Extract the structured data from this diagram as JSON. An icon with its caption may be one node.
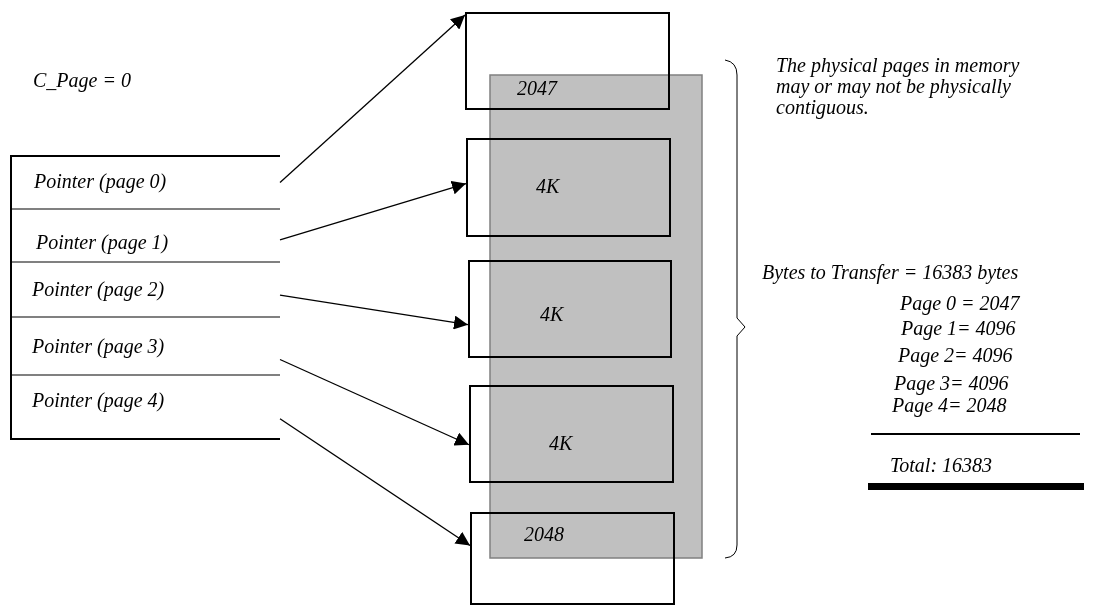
{
  "diagram": {
    "nodes": [
      {
        "text": [],
        "shape": "box"
      },
      {
        "text": [
          "Pointer (page 0)"
        ],
        "in": 0
      },
      {
        "text": [
          "Pointer (page 1)"
        ],
        "in": 0
      },
      {
        "text": [
          "Pointer (page 2)"
        ],
        "in": 0
      },
      {
        "text": [
          "Pointer (page 3)"
        ],
        "in": 0
      },
      {
        "text": [
          "Pointer (page 4)"
        ],
        "in": 0
      },
      {
        "text": [
          "2047"
        ]
      },
      {
        "text": [
          "4K"
        ]
      },
      {
        "text": [
          "4K"
        ]
      },
      {
        "text": [
          "4K"
        ]
      },
      {
        "text": [
          "2048"
        ]
      }
    ],
    "edges": [
      {
        "from": 1,
        "to": 6,
        "arrow": "to"
      },
      {
        "from": 2,
        "to": 7,
        "arrow": "to"
      },
      {
        "from": 3,
        "to": 8,
        "arrow": "to"
      },
      {
        "from": 4,
        "to": 9,
        "arrow": "to"
      },
      {
        "from": 5,
        "to": 10,
        "arrow": "to"
      }
    ],
    "labels": [
      "C_Page = 0",
      "The physical pages in memory may or may not be physically contiguous.",
      "Bytes to Transfer = 16383 bytes",
      "Page 0 = 2047",
      "Page 1= 4096",
      "Page 2= 4096",
      "Page 3= 4096",
      "Page 4= 2048",
      "Total: 16383"
    ]
  }
}
